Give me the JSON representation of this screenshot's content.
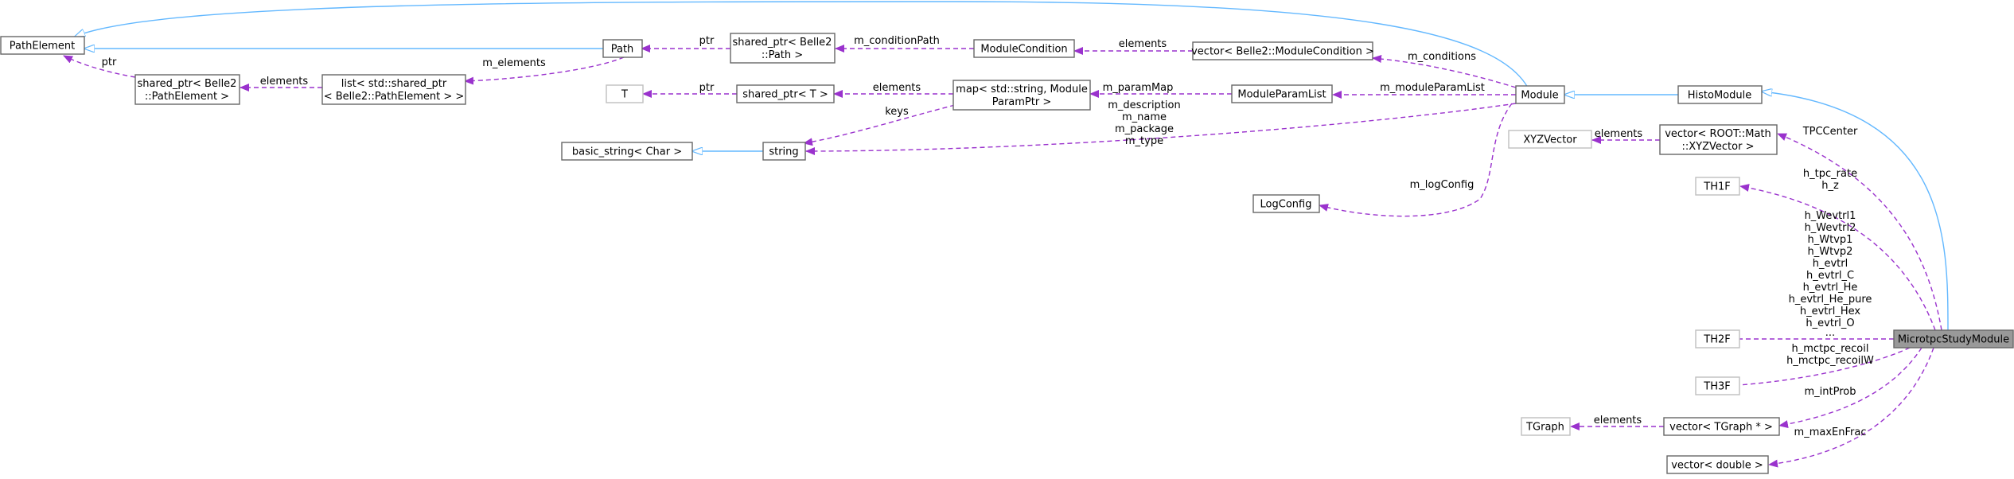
{
  "nodes": {
    "path_element": "PathElement",
    "shared_ptr_path_element": [
      "shared_ptr< Belle2",
      "::PathElement >"
    ],
    "list_shared_ptr": [
      "list< std::shared_ptr",
      "< Belle2::PathElement > >"
    ],
    "path": "Path",
    "shared_ptr_path": [
      "shared_ptr< Belle2",
      "::Path >"
    ],
    "module_condition": "ModuleCondition",
    "vector_module_condition": "vector< Belle2::ModuleCondition >",
    "module": "Module",
    "histo_module": "HistoModule",
    "t": "T",
    "shared_ptr_t": "shared_ptr< T >",
    "map_param": [
      "map< std::string, Module",
      "ParamPtr >"
    ],
    "module_param_list": "ModuleParamList",
    "basic_string": "basic_string< Char >",
    "string": "string",
    "xyz_vector": "XYZVector",
    "vector_xyz": [
      "vector< ROOT::Math",
      "::XYZVector >"
    ],
    "log_config": "LogConfig",
    "th1f": "TH1F",
    "th2f": "TH2F",
    "th3f": "TH3F",
    "tgraph": "TGraph",
    "vector_tgraph": "vector< TGraph * >",
    "vector_double": "vector< double >",
    "microtpc": "MicrotpcStudyModule"
  },
  "edges": {
    "ptr1": "ptr",
    "elements_list": "elements",
    "m_elements": "m_elements",
    "ptr_path": "ptr",
    "m_condition_path": "m_conditionPath",
    "elements_cond": "elements",
    "m_conditions": "m_conditions",
    "ptr_t": "ptr",
    "elements_map": "elements",
    "m_param_map": "m_paramMap",
    "m_module_param_list": "m_moduleParamList",
    "keys": "keys",
    "string_members": [
      "m_description",
      "m_name",
      "m_package",
      "m_type"
    ],
    "elements_xyz": "elements",
    "tpc_center": "TPCCenter",
    "m_log_config": "m_logConfig",
    "th1f_members": [
      "h_tpc_rate",
      "h_z"
    ],
    "th2f_members": [
      "h_Wevtrl1",
      "h_Wevtrl2",
      "h_Wtvp1",
      "h_Wtvp2",
      "h_evtrl",
      "h_evtrl_C",
      "h_evtrl_He",
      "h_evtrl_He_pure",
      "h_evtrl_Hex",
      "h_evtrl_O",
      "..."
    ],
    "th3f_members": [
      "h_mctpc_recoil",
      "h_mctpc_recoilW"
    ],
    "m_int_prob": "m_intProb",
    "elements_tgraph": "elements",
    "m_max_en_frac": "m_maxEnFrac"
  },
  "colors": {
    "inheritance": "#63b8ff",
    "usage": "#9a32cd",
    "focus_fill": "#999999"
  }
}
